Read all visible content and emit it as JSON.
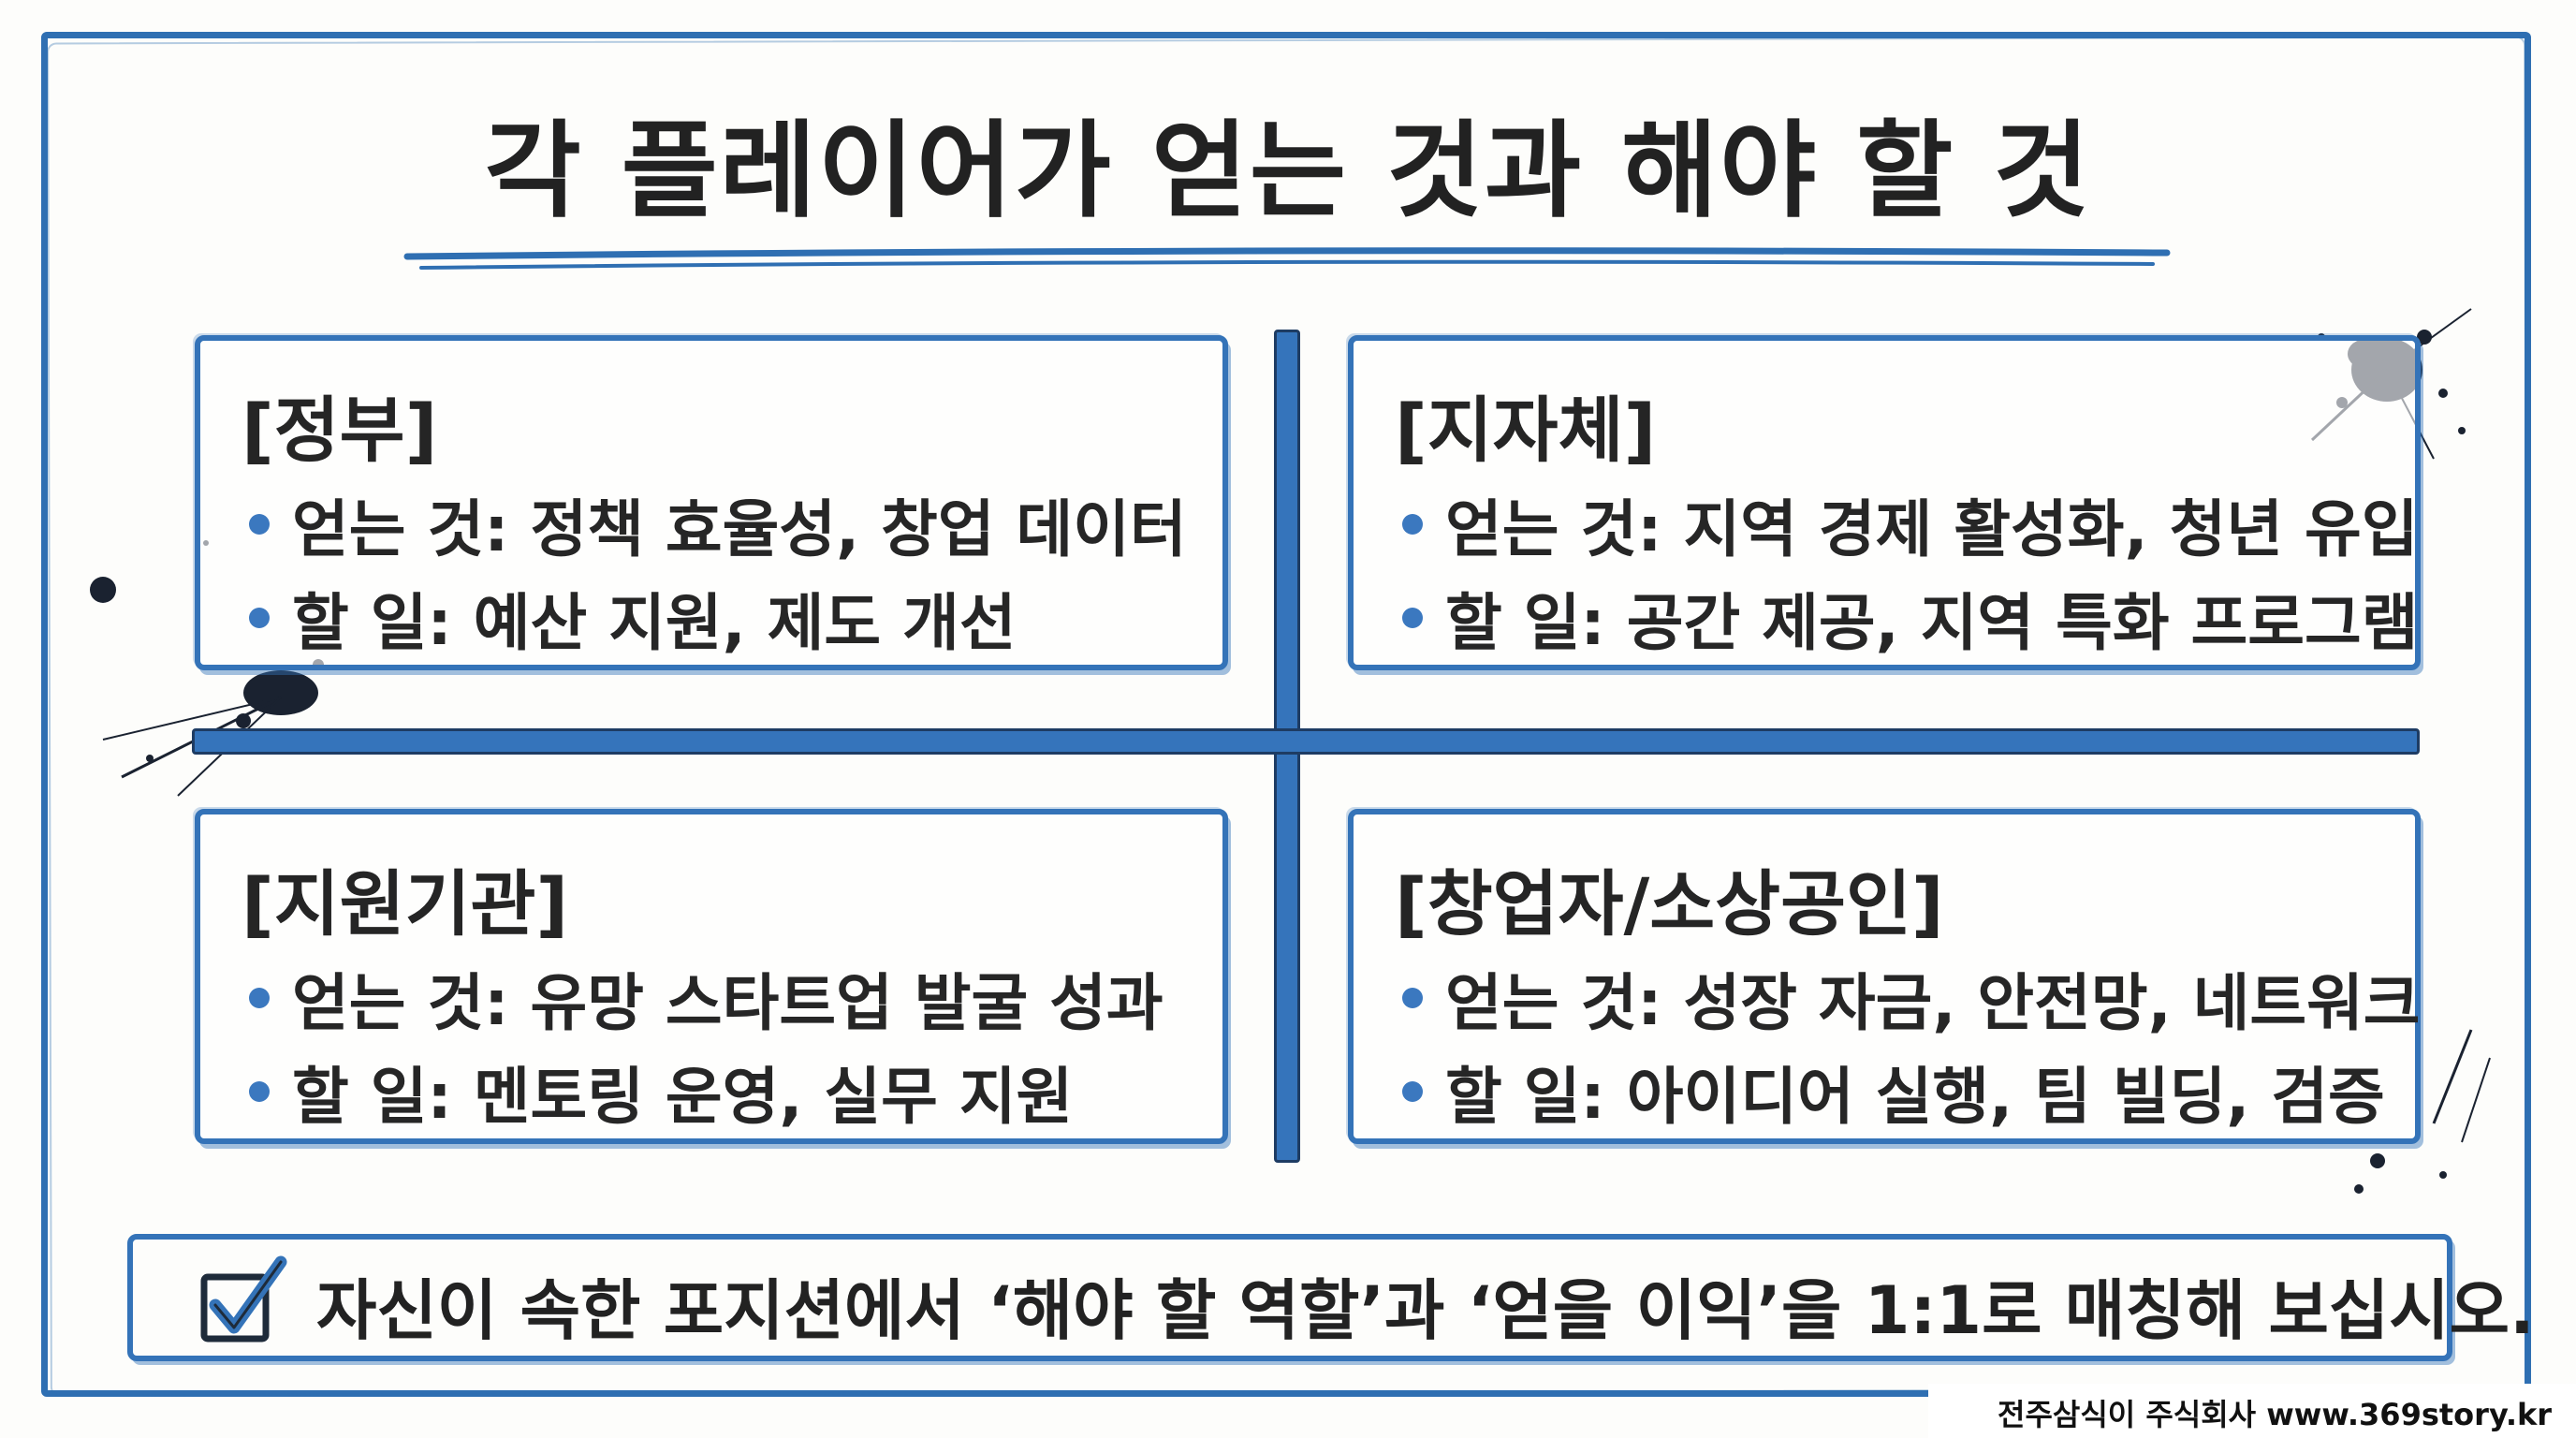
{
  "title": "각 플레이어가 얻는 것과 해야 할 것",
  "quadrants": [
    {
      "heading": "[정부]",
      "items": [
        "얻는 것: 정책 효율성, 창업 데이터",
        "할 일: 예산 지원, 제도 개선"
      ]
    },
    {
      "heading": "[지자체]",
      "items": [
        "얻는 것: 지역 경제 활성화, 청년 유입",
        "할 일: 공간 제공, 지역 특화 프로그램"
      ]
    },
    {
      "heading": "[지원기관]",
      "items": [
        "얻는 것: 유망 스타트업 발굴 성과",
        "할 일: 멘토링 운영, 실무 지원"
      ]
    },
    {
      "heading": "[창업자/소상공인]",
      "items": [
        "얻는 것: 성장 자금, 안전망, 네트워크",
        "할 일: 아이디어 실행, 팀 빌딩, 검증"
      ]
    }
  ],
  "summary": "자신이 속한 포지션에서 ‘해야 할 역할’과 ‘얻을 이익’을 1:1로 매칭해 보십시오.",
  "footer": "전주삼식이 주식회사 www.369story.kr",
  "icons": {
    "summary": "checkbox-check-icon",
    "bullet": "bullet-dot-icon"
  },
  "colors": {
    "accent": "#3473b8",
    "text": "#222222",
    "ink": "#1e2b3a"
  }
}
